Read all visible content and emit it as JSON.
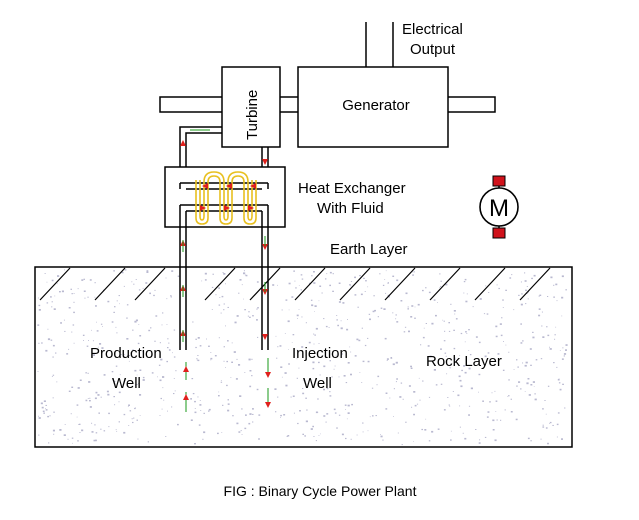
{
  "labels": {
    "electrical_output_line1": "Electrical",
    "electrical_output_line2": "Output",
    "turbine": "Turbine",
    "generator": "Generator",
    "heat_exchanger_line1": "Heat Exchanger",
    "heat_exchanger_line2": "With Fluid",
    "earth_layer": "Earth Layer",
    "production_well_line1": "Production",
    "production_well_line2": "Well",
    "injection_well_line1": "Injection",
    "injection_well_line2": "Well",
    "rock_layer": "Rock Layer",
    "motor": "M"
  },
  "caption": "FIG : Binary Cycle Power Plant",
  "colors": {
    "line": "#000000",
    "coil": "#e8c020",
    "flow_arrow_up": "#e0201c",
    "flow_arrow_green": "#1a9a1a",
    "motor_terminal": "#d0121b",
    "rock_speckle": "#b9b9d0"
  }
}
